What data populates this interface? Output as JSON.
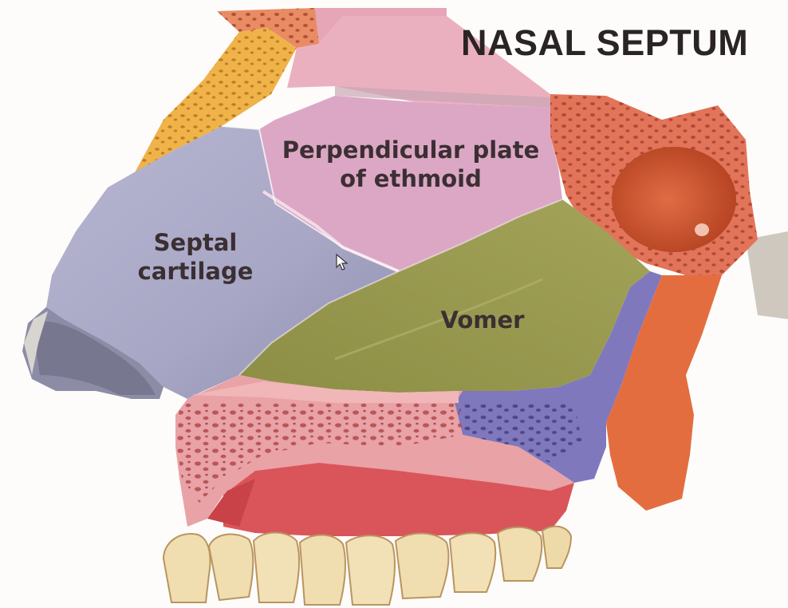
{
  "title": "NASAL SEPTUM",
  "labels": {
    "perpendicular_plate": [
      "Perpendicular plate",
      "of ethmoid"
    ],
    "septal_cartilage": [
      "Septal",
      "cartilage"
    ],
    "vomer": "Vomer"
  },
  "colors": {
    "septal_cartilage": "#a9a9c7",
    "perpendicular_plate": "#dca7c4",
    "vomer": "#97964c",
    "sphenoid": "#e2745a",
    "palatine_purple": "#8078bd",
    "palate_pink": "#e9a2a6",
    "gum_red": "#d9555a",
    "teeth": "#f0ddb0",
    "frontal_yellow": "#efb34a",
    "nasal_bone_pink": "#ebb0c0"
  },
  "icons": {
    "cursor": "arrow-cursor-icon"
  }
}
